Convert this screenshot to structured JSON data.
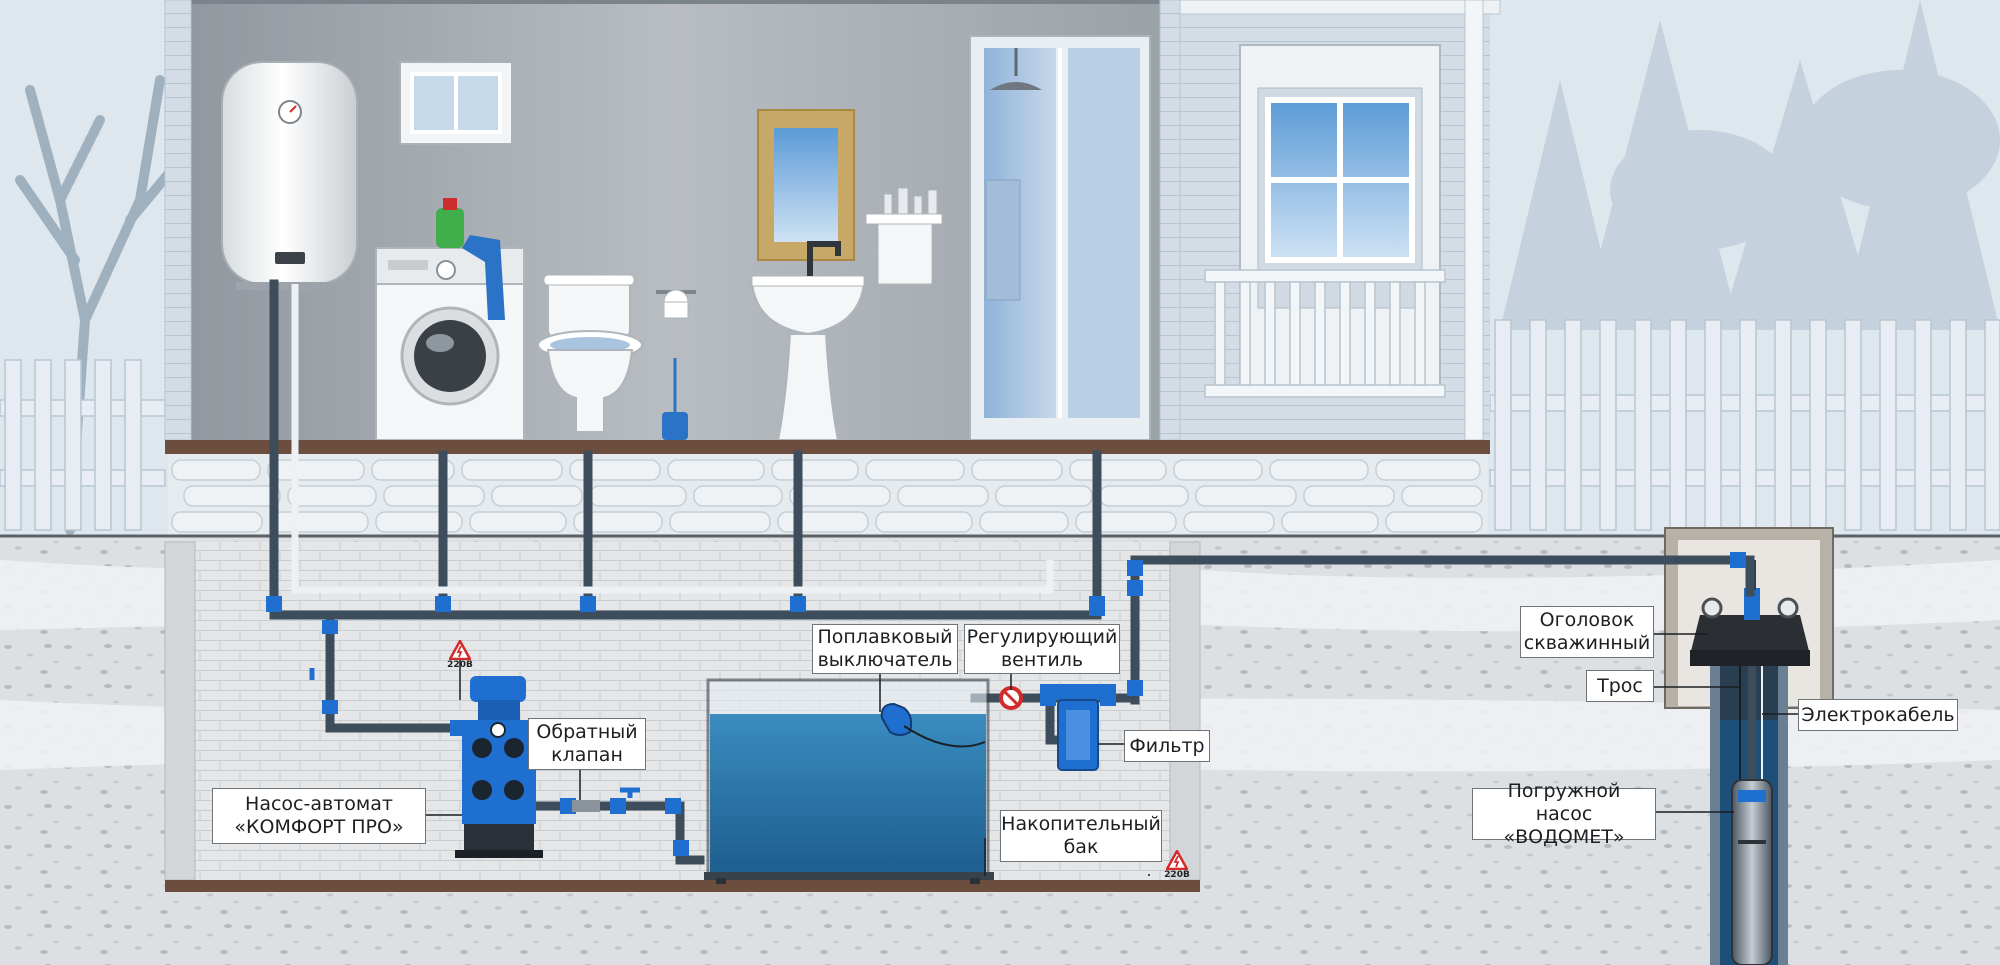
{
  "labels": {
    "float_switch": "Поплавковый\nвыключатель",
    "regulating_valve": "Регулирующий\nвентиль",
    "check_valve": "Обратный\nклапан",
    "pump_station": "Насос-автомат\n«КОМФОРТ ПРО»",
    "filter": "Фильтр",
    "storage_tank": "Накопительный\nбак",
    "well_head": "Оголовок\nскважинный",
    "cable_rope": "Трос",
    "electric_cable": "Электрокабель",
    "submersible_pump": "Погружной насос\n«ВОДОМЕТ»"
  },
  "warnings": {
    "pump_voltage": "220В",
    "tank_voltage": "220В"
  },
  "colors": {
    "pipe": "#3d4d5c",
    "fitting": "#1f6fd1",
    "water": "#2f7fb5",
    "sky": "#dfe7ee",
    "room": "#a6acb2",
    "basement": "#e2e4e6",
    "soil": "#d9dde0",
    "floor_beam": "#6b4e3d",
    "warning": "#d62a2a"
  },
  "icons": [
    "water-heater-icon",
    "washing-machine-icon",
    "toilet-icon",
    "sink-icon",
    "shower-icon",
    "warning-triangle-icon"
  ]
}
